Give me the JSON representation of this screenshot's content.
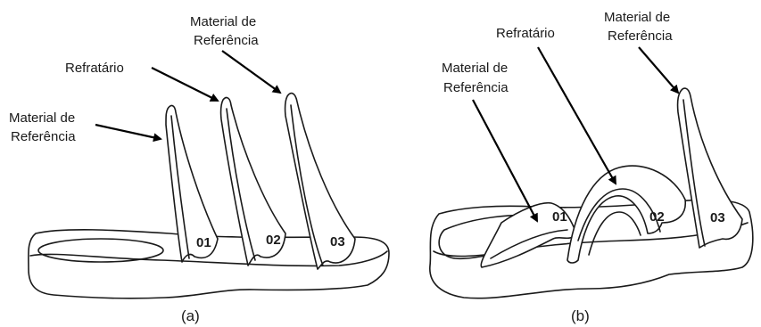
{
  "panel_a": {
    "caption": "(a)",
    "label_left_line1": "Material de",
    "label_left_line2": "Referência",
    "label_middle": "Refratário",
    "label_right_line1": "Material de",
    "label_right_line2": "Referência",
    "cone_1": "01",
    "cone_2": "02",
    "cone_3": "03"
  },
  "panel_b": {
    "caption": "(b)",
    "label_left_line1": "Material de",
    "label_left_line2": "Referência",
    "label_middle": "Refratário",
    "label_right_line1": "Material de",
    "label_right_line2": "Referência",
    "cone_1": "01",
    "cone_2": "02",
    "cone_3": "03"
  }
}
